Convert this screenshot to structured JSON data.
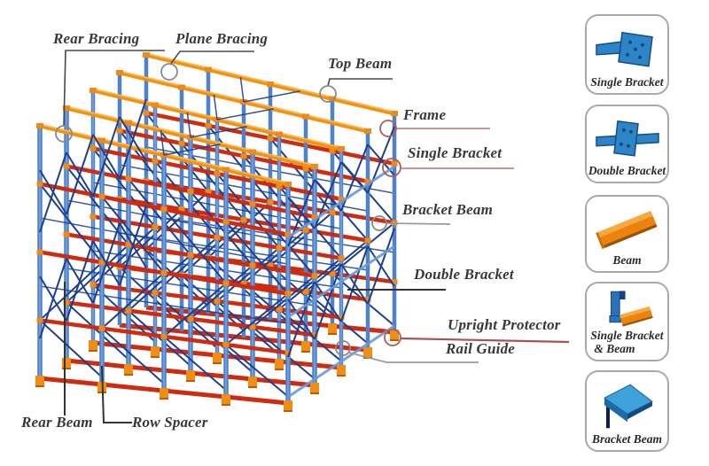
{
  "diagram": {
    "labels": [
      {
        "id": "rear-bracing",
        "text": "Rear Bracing"
      },
      {
        "id": "plane-bracing",
        "text": "Plane Bracing"
      },
      {
        "id": "top-beam",
        "text": "Top Beam"
      },
      {
        "id": "frame",
        "text": "Frame"
      },
      {
        "id": "single-bracket",
        "text": "Single Bracket"
      },
      {
        "id": "bracket-beam",
        "text": "Bracket Beam"
      },
      {
        "id": "double-bracket",
        "text": "Double Bracket"
      },
      {
        "id": "upright-protector",
        "text": "Upright Protector"
      },
      {
        "id": "rail-guide",
        "text": "Rail Guide"
      },
      {
        "id": "rear-beam",
        "text": "Rear Beam"
      },
      {
        "id": "row-spacer",
        "text": "Row Spacer"
      }
    ]
  },
  "sidebar": {
    "cards": [
      {
        "id": "single-bracket",
        "lines": [
          "Single Bracket"
        ]
      },
      {
        "id": "double-bracket",
        "lines": [
          "Double Bracket"
        ]
      },
      {
        "id": "beam",
        "lines": [
          "Beam"
        ]
      },
      {
        "id": "single-bracket-and-beam",
        "lines": [
          "Single Bracket",
          "& Beam"
        ]
      },
      {
        "id": "bracket-beam",
        "lines": [
          "Bracket Beam"
        ]
      }
    ]
  },
  "colors": {
    "post_blue": "#4d82cc",
    "post_light": "#cfe0f5",
    "face_blue": "#6b98d8",
    "brace_navy": "#1e3f8f",
    "beam_orange": "#f2930f",
    "beam_highlight": "#ffc061",
    "rail_red": "#cf2b10",
    "foot_orange": "#ef8d15",
    "connector_orange": "#f08a15",
    "leader_dark": "#4a4a4a",
    "leader_dark2": "#333333",
    "leader_gray": "#9a9a9a",
    "leader_maroon": "#bd8888",
    "leader_maroon_strong": "#a85252",
    "circle_gray": "#8a8a8a",
    "circle_maroon": "#b05c5c",
    "label_text": "#383838",
    "card_border": "#a9a9a9",
    "bracket_blue": "#2d84c6"
  }
}
